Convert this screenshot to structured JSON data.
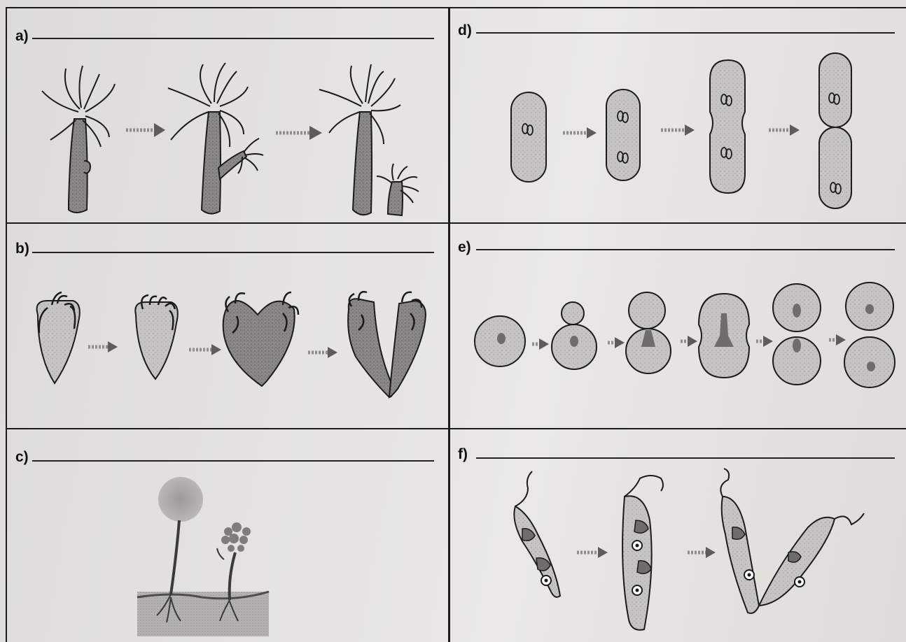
{
  "panels": [
    {
      "id": "a",
      "label": "a)"
    },
    {
      "id": "b",
      "label": "b)"
    },
    {
      "id": "c",
      "label": "c)"
    },
    {
      "id": "d",
      "label": "d)"
    },
    {
      "id": "e",
      "label": "e)"
    },
    {
      "id": "f",
      "label": "f)"
    }
  ],
  "colors": {
    "ink": "#1b1b1b",
    "cell_fill": "#c9c8c4",
    "dark_fill": "#8e8d89",
    "arrow": "#8f8e8a"
  }
}
